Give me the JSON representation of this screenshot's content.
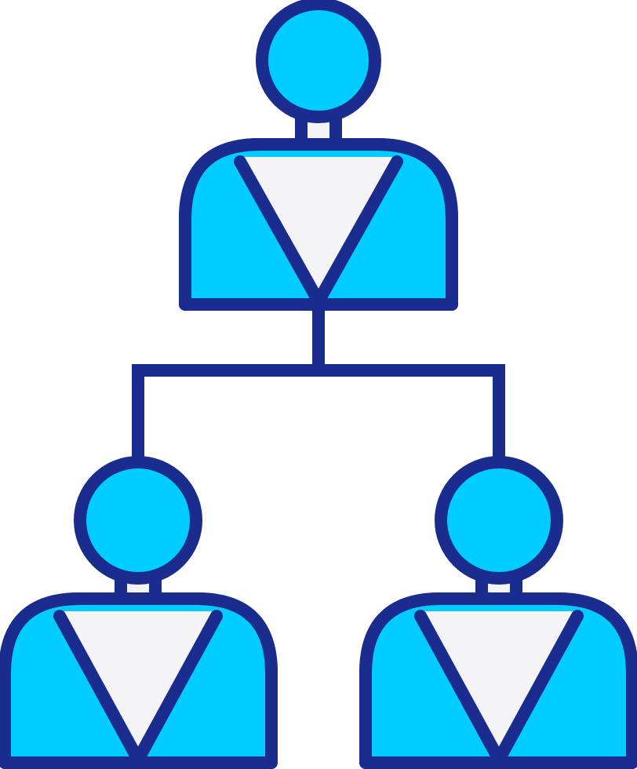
{
  "icon": {
    "name": "org-hierarchy-icon",
    "colors": {
      "stroke": "#1A2D8F",
      "fill": "#00CCFF",
      "shirt": "#F4F4F6",
      "background": "#FFFFFF"
    },
    "nodes": [
      {
        "role": "parent",
        "icon": "person-icon"
      },
      {
        "role": "child-left",
        "icon": "person-icon"
      },
      {
        "role": "child-right",
        "icon": "person-icon"
      }
    ]
  }
}
